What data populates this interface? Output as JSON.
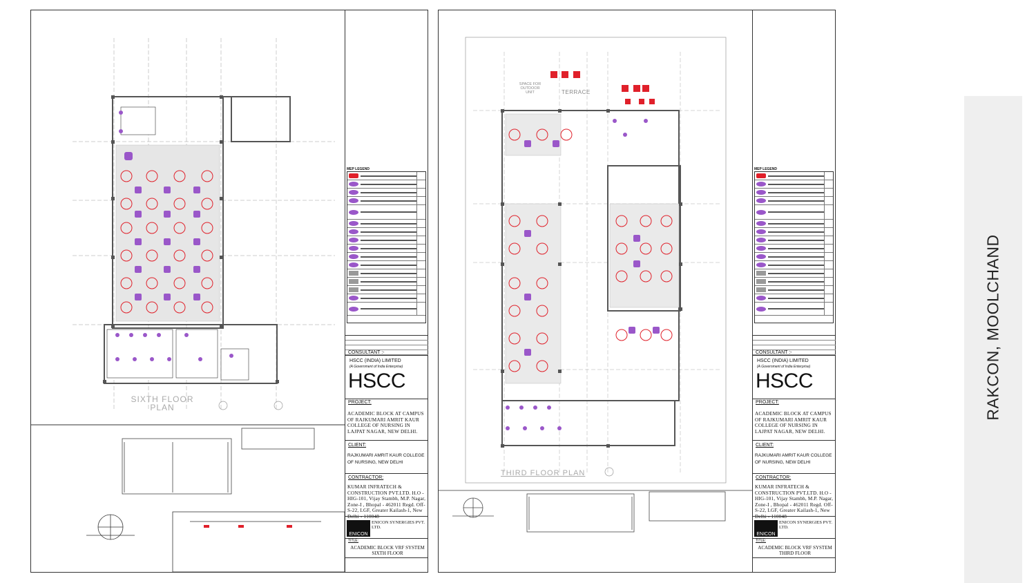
{
  "sheets": [
    {
      "plan_label": "SIXTH FLOOR\nPLAN",
      "drawing_title": "ACADEMIC BLOCK VRF SYSTEM\nSIXTH FLOOR"
    },
    {
      "plan_label": "THIRD FLOOR PLAN",
      "drawing_title": "ACADEMIC BLOCK VRF SYSTEM\nTHIRD FLOOR",
      "terrace_label": "TERRACE",
      "outdoor_label": "SPACE FOR\nOUTDOOR\nUNIT"
    }
  ],
  "titleblock": {
    "legend_heading": "MEP LEGEND",
    "consultant_label": "CONSULTANT :-",
    "consultant_name": "HSCC (INDIA) LIMITED",
    "consultant_sub": "(A Government of India Enterprise)",
    "logo_text": "HSCC",
    "project_label": "PROJECT:",
    "project_text": "ACADEMIC BLOCK AT CAMPUS OF RAJKUMARI AMRIT KAUR COLLEGE OF NURSING IN LAJPAT NAGAR, NEW DELHI.",
    "client_label": "CLIENT:",
    "client_text": "RAJKUMARI AMRIT KAUR COLLEGE OF NURSING, NEW DELHI",
    "contractor_label": "CONTRACTOR:",
    "contractor_text": "KUMAR INFRATECH & CONSTRUCTION PVT.LTD. H.O - HIG-101, Vijay Stambh, M.P. Nagar, Zone-I , Bhopal - 462011 Regd. Off- S-22, LGF, Greater Kailash-1, New Delhi - 110048",
    "enicon_logo": "ENICON",
    "enicon_text": "ENICON SYNERGIES PVT. LTD.",
    "title_label": "TITLE:"
  },
  "sidebar_text": "RAKCON, MOOLCHAND",
  "colors": {
    "ac_unit": "#9a57c9",
    "fan": "#e0202a",
    "wall": "#555555",
    "grid": "#888888"
  }
}
